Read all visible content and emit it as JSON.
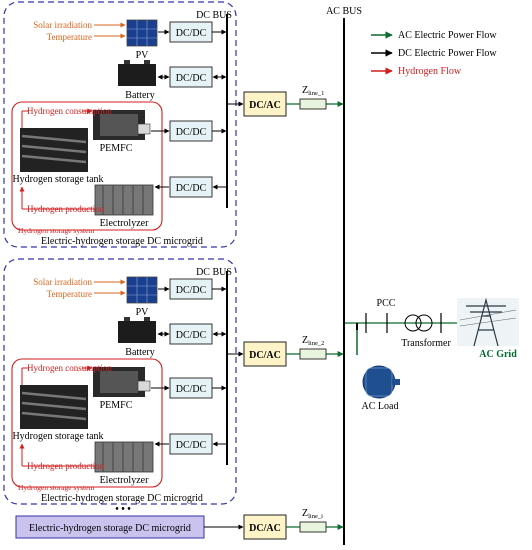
{
  "buses": {
    "dc_bus": "DC BUS",
    "ac_bus": "AC BUS"
  },
  "legend": {
    "ac_flow": "AC Electric Power Flow",
    "dc_flow": "DC Electric Power Flow",
    "h2_flow": "Hydrogen Flow",
    "colors": {
      "ac": "#0b6b2e",
      "dc": "#000000",
      "h2": "#d21e1e"
    }
  },
  "microgrid": {
    "inputs": {
      "solar": "Solar irradiation",
      "temp": "Temperature"
    },
    "pv": "PV",
    "battery": "Battery",
    "pemfc": "PEMFC",
    "h2_consumption": "Hydrogen consumption",
    "h2_tank": "Hydrogen storage tank",
    "h2_production": "Hydrogen production",
    "electrolyzer": "Electrolyzer",
    "h2_system": "Hydrogen storage system",
    "converter": "DC/DC",
    "inverter": "DC/AC",
    "caption": "Electric-hydrogen storage DC microgrid"
  },
  "lines": {
    "z": "Z",
    "sub1": "line_1",
    "sub2": "line_2",
    "subi": "line_i"
  },
  "dots": "• • •",
  "bottom_box": "Electric-hydrogen storage DC microgrid",
  "grid": {
    "pcc": "PCC",
    "transformer": "Transformer",
    "ac_grid": "AC Grid",
    "ac_load": "AC Load"
  }
}
